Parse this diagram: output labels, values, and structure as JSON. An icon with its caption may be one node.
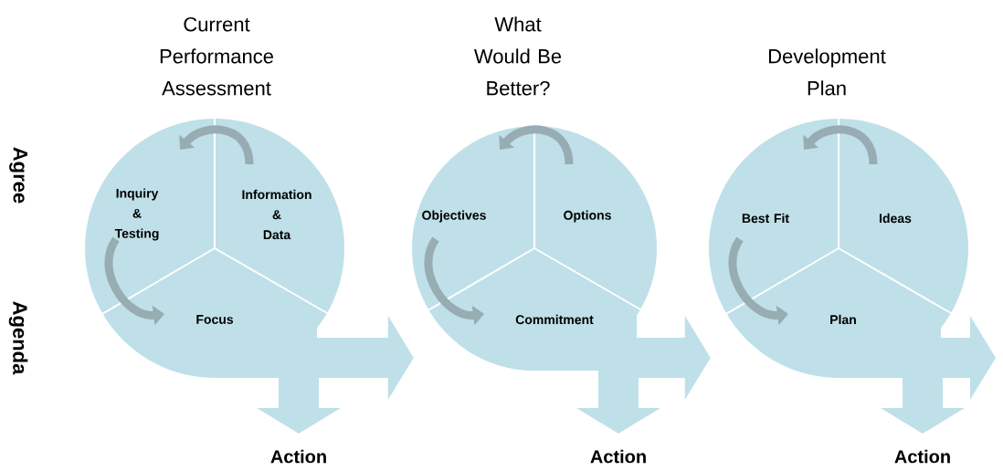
{
  "diagram": {
    "nodes": [
      {
        "text": [
          "Current Performance Assessment"
        ]
      },
      {
        "text": [
          "Inquiry & Testing"
        ],
        "in": 0
      },
      {
        "text": [
          "Information & Data"
        ],
        "in": 0
      },
      {
        "text": [
          "Focus"
        ],
        "in": 0
      },
      {
        "text": [
          "Action"
        ]
      },
      {
        "text": [
          "What Would Be Better?"
        ]
      },
      {
        "text": [
          "Objectives"
        ],
        "in": 5
      },
      {
        "text": [
          "Options"
        ],
        "in": 5
      },
      {
        "text": [
          "Commitment"
        ],
        "in": 5
      },
      {
        "text": [
          "Action"
        ]
      },
      {
        "text": [
          "Development Plan"
        ]
      },
      {
        "text": [
          "Best Fit"
        ],
        "in": 10
      },
      {
        "text": [
          "Ideas"
        ],
        "in": 10
      },
      {
        "text": [
          "Plan"
        ],
        "in": 10
      },
      {
        "text": [
          "Action"
        ]
      }
    ],
    "edges": [
      {
        "from": 2,
        "to": 1,
        "arrow": "to"
      },
      {
        "from": 1,
        "to": 3,
        "arrow": "to"
      },
      {
        "from": 0,
        "to": 4,
        "arrow": "to",
        "style": "thick",
        "color": "#bfe0e8"
      },
      {
        "from": 0,
        "to": 5,
        "arrow": "to",
        "style": "thick",
        "color": "#bfe0e8"
      },
      {
        "from": 7,
        "to": 6,
        "arrow": "to"
      },
      {
        "from": 6,
        "to": 8,
        "arrow": "to"
      },
      {
        "from": 5,
        "to": 9,
        "arrow": "to",
        "style": "thick",
        "color": "#bfe0e8"
      },
      {
        "from": 5,
        "to": 10,
        "arrow": "to",
        "style": "thick",
        "color": "#bfe0e8"
      },
      {
        "from": 12,
        "to": 11,
        "arrow": "to"
      },
      {
        "from": 11,
        "to": 13,
        "arrow": "to"
      },
      {
        "from": 10,
        "to": 14,
        "arrow": "to",
        "style": "thick",
        "color": "#bfe0e8"
      },
      {
        "from": 10,
        "to": null,
        "arrow": "to",
        "style": "thick",
        "color": "#bfe0e8"
      }
    ],
    "labels": [
      "Agree",
      "Agenda"
    ]
  }
}
